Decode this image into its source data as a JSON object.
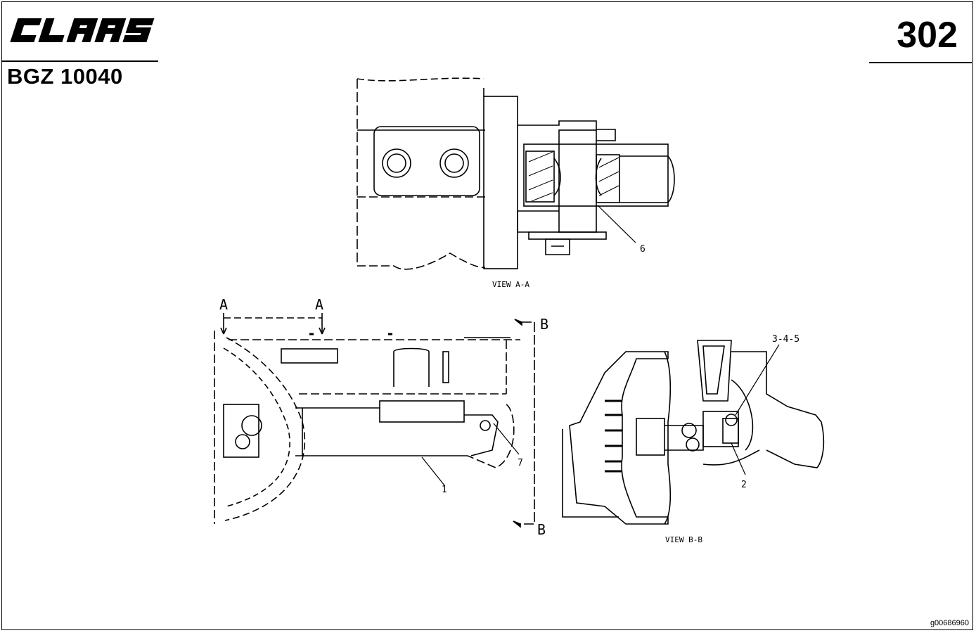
{
  "header": {
    "brand": "CLAAS",
    "doc_code": "BGZ 10040",
    "page_number": "302"
  },
  "views": {
    "view_aa": "VIEW A-A",
    "view_bb": "VIEW B-B"
  },
  "section_markers": {
    "a_left": "A",
    "a_right": "A",
    "b_top": "B",
    "b_bottom": "B"
  },
  "callouts": {
    "c1": "1",
    "c2": "2",
    "c345": "3-4-5",
    "c6": "6",
    "c7": "7"
  },
  "footer": {
    "image_id": "g00686960"
  }
}
